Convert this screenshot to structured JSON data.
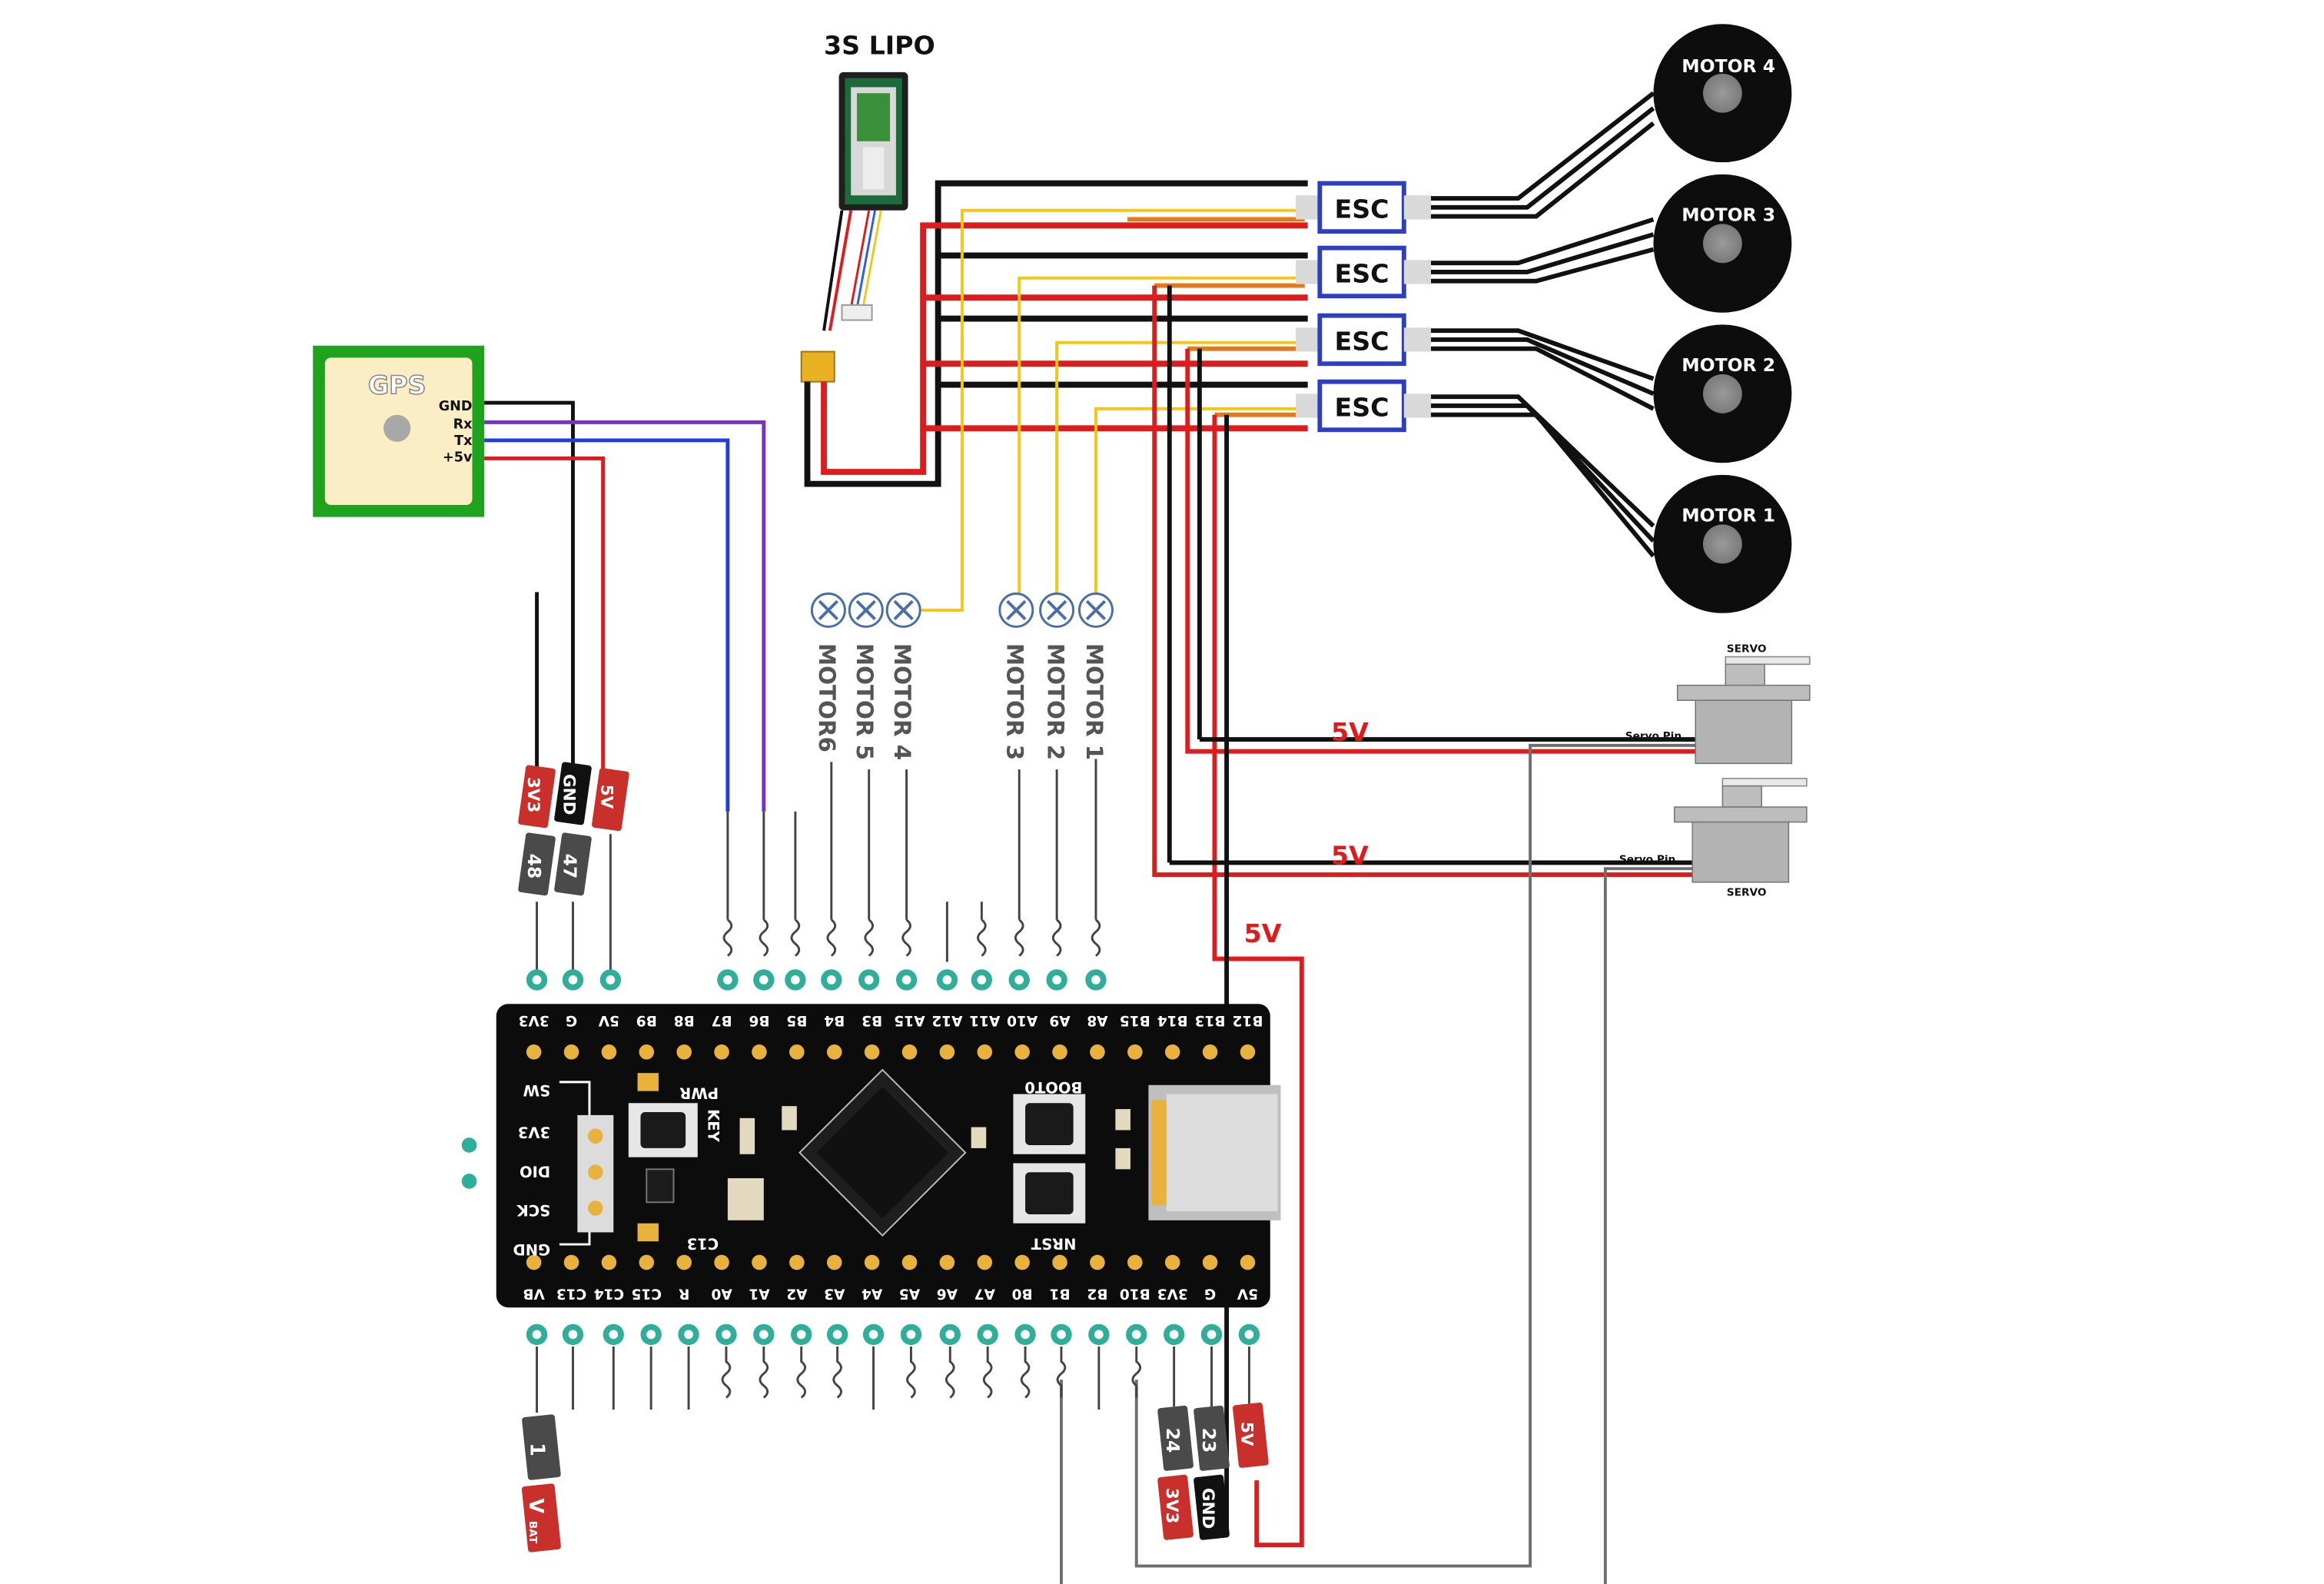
{
  "battery": {
    "label": "3S LIPO"
  },
  "gps": {
    "label": "GPS",
    "pins": [
      "GND",
      "Rx",
      "Tx",
      "+5v"
    ]
  },
  "escs": [
    "ESC",
    "ESC",
    "ESC",
    "ESC"
  ],
  "motors": [
    "MOTOR 4",
    "MOTOR 3",
    "MOTOR 2",
    "MOTOR 1"
  ],
  "motor_headers": [
    "MOTOR6",
    "MOTOR 5",
    "MOTOR 4",
    "MOTOR 3",
    "MOTOR 2",
    "MOTOR 1"
  ],
  "servos": {
    "top_label": "SERVO",
    "pin_label": "Servo Pin",
    "bottom_label": "SERVO"
  },
  "power_labels": [
    "5V",
    "5V",
    "5V"
  ],
  "board": {
    "top_pins": [
      "3V3",
      "G",
      "5V",
      "B9",
      "B8",
      "B7",
      "B6",
      "B5",
      "B4",
      "B3",
      "A15",
      "A12",
      "A11",
      "A10",
      "A9",
      "A8",
      "B15",
      "B14",
      "B13",
      "B12"
    ],
    "bottom_pins": [
      "VB",
      "C13",
      "C14",
      "C15",
      "R",
      "A0",
      "A1",
      "A2",
      "A3",
      "A4",
      "A5",
      "A6",
      "A7",
      "B0",
      "B1",
      "B2",
      "B10",
      "3V3",
      "G",
      "5V"
    ],
    "swd_pins": [
      "SW",
      "3V3",
      "DIO",
      "SCK",
      "GND"
    ],
    "buttons": [
      "KEY",
      "BOOT0",
      "NRST"
    ],
    "leds": [
      "PWR",
      "C13"
    ]
  },
  "pin_tags": {
    "top_left": [
      {
        "name": "3V3",
        "num": "48"
      },
      {
        "name": "GND",
        "num": "47"
      },
      {
        "name": "5V",
        "num": ""
      }
    ],
    "bottom_left": {
      "num": "1",
      "name": "V",
      "sub": "BAT"
    },
    "bottom_right": [
      {
        "num": "24",
        "name": "3V3"
      },
      {
        "num": "23",
        "name": "GND"
      },
      {
        "num": "",
        "name": "5V"
      }
    ]
  },
  "colors": {
    "wire_red": "#e01b1b",
    "wire_black": "#111111",
    "wire_yellow": "#f5c518",
    "wire_blue": "#1f3fd8",
    "wire_purple": "#7b2fc9",
    "wire_gray": "#6e6e6e",
    "gps_green": "#1fa31f",
    "esc_blue": "#2d3fbf",
    "board_black": "#0c0c0c",
    "pin_gold": "#e8b23c",
    "pad_teal": "#2fae9a",
    "tag_red": "#c9302c",
    "tag_gray": "#4a4a4a"
  }
}
